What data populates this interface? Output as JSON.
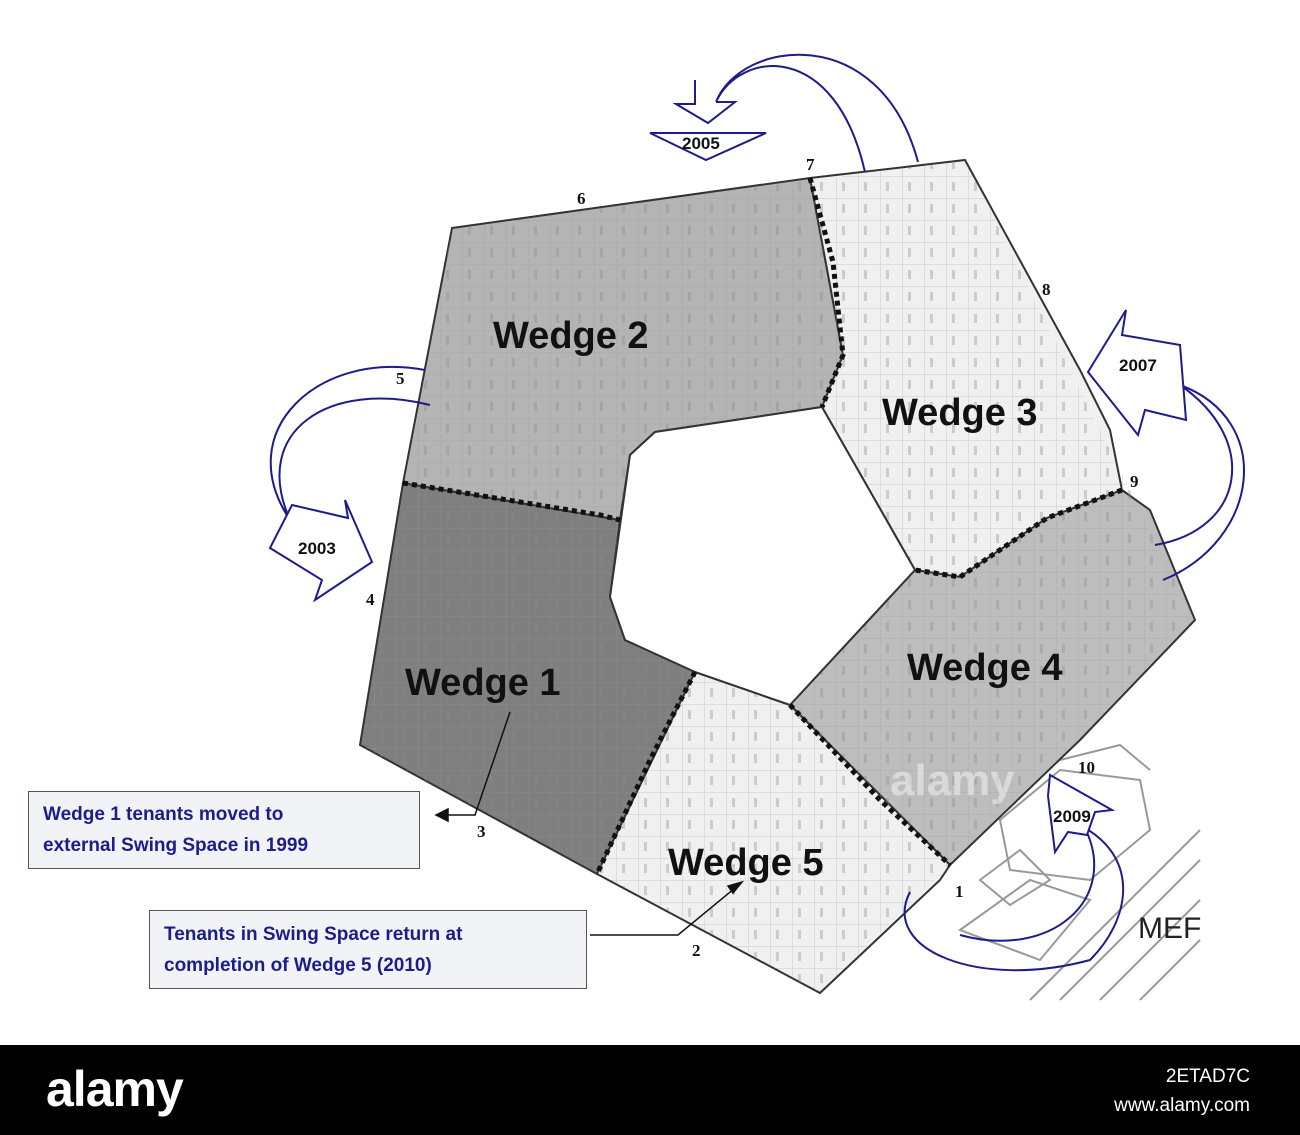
{
  "wedges": [
    {
      "label": "Wedge 1",
      "fill": "#7f7f7f"
    },
    {
      "label": "Wedge 2",
      "fill": "#b4b4b4"
    },
    {
      "label": "Wedge 3",
      "fill": "#f0f0f0"
    },
    {
      "label": "Wedge 4",
      "fill": "#bdbdbd"
    },
    {
      "label": "Wedge 5",
      "fill": "#f0f0f0"
    }
  ],
  "years": {
    "wedge1_move": "2003",
    "wedge2_move": "2005",
    "wedge3_move": "2007",
    "wedge4_move": "2009"
  },
  "corridor_numbers": [
    "1",
    "2",
    "3",
    "4",
    "5",
    "6",
    "7",
    "8",
    "9",
    "10"
  ],
  "external_building": "MEF",
  "callouts": {
    "wedge1": {
      "line1": "Wedge 1 tenants moved to",
      "line2": "external Swing Space in 1999"
    },
    "swing_return": {
      "line1": "Tenants in Swing Space return at",
      "line2": "completion of Wedge 5 (2010)"
    }
  },
  "watermark": {
    "center": "alamy",
    "logo": "alamy",
    "image_id": "2ETAD7C",
    "site": "www.alamy.com"
  },
  "colors": {
    "arrow": "#1d1c8c",
    "divider": "#111111",
    "outline": "#333333"
  }
}
